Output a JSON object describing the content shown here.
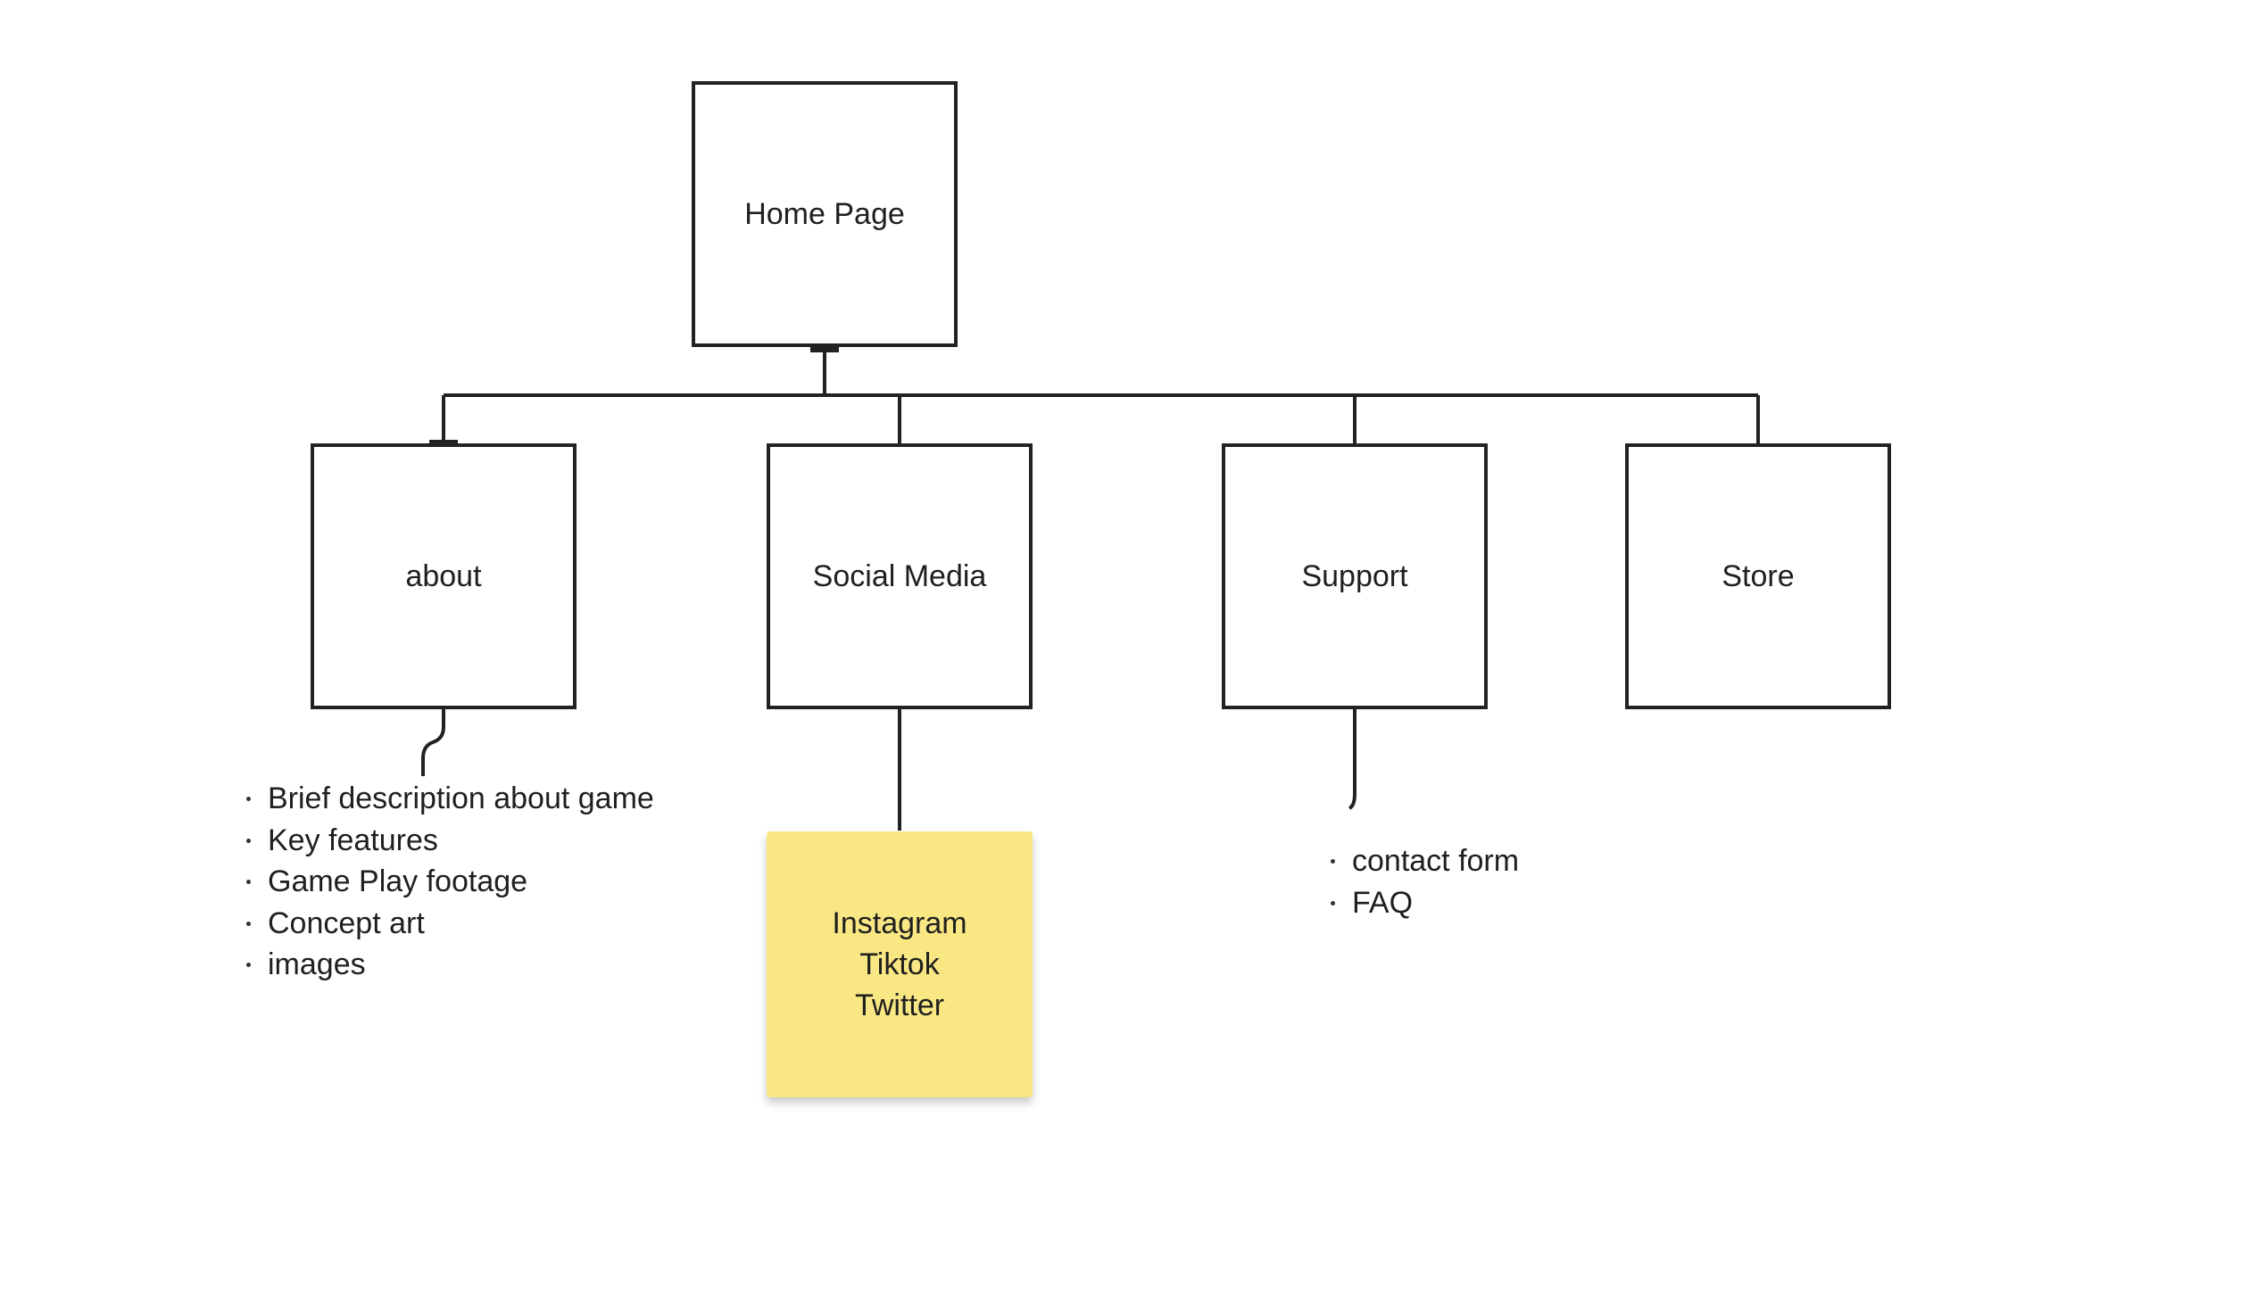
{
  "diagram": {
    "root": {
      "label": "Home Page"
    },
    "children": [
      {
        "id": "about",
        "label": "about"
      },
      {
        "id": "social-media",
        "label": "Social Media"
      },
      {
        "id": "support",
        "label": "Support"
      },
      {
        "id": "store",
        "label": "Store"
      }
    ],
    "about_details": [
      "Brief description about game",
      "Key features",
      "Game Play footage",
      "Concept art",
      "images"
    ],
    "social_sticky": [
      "Instagram",
      "Tiktok",
      "Twitter"
    ],
    "support_details": [
      "contact form",
      "FAQ"
    ]
  },
  "colors": {
    "line": "#222222",
    "sticky": "#f9e784",
    "text": "#1f1f1f"
  }
}
